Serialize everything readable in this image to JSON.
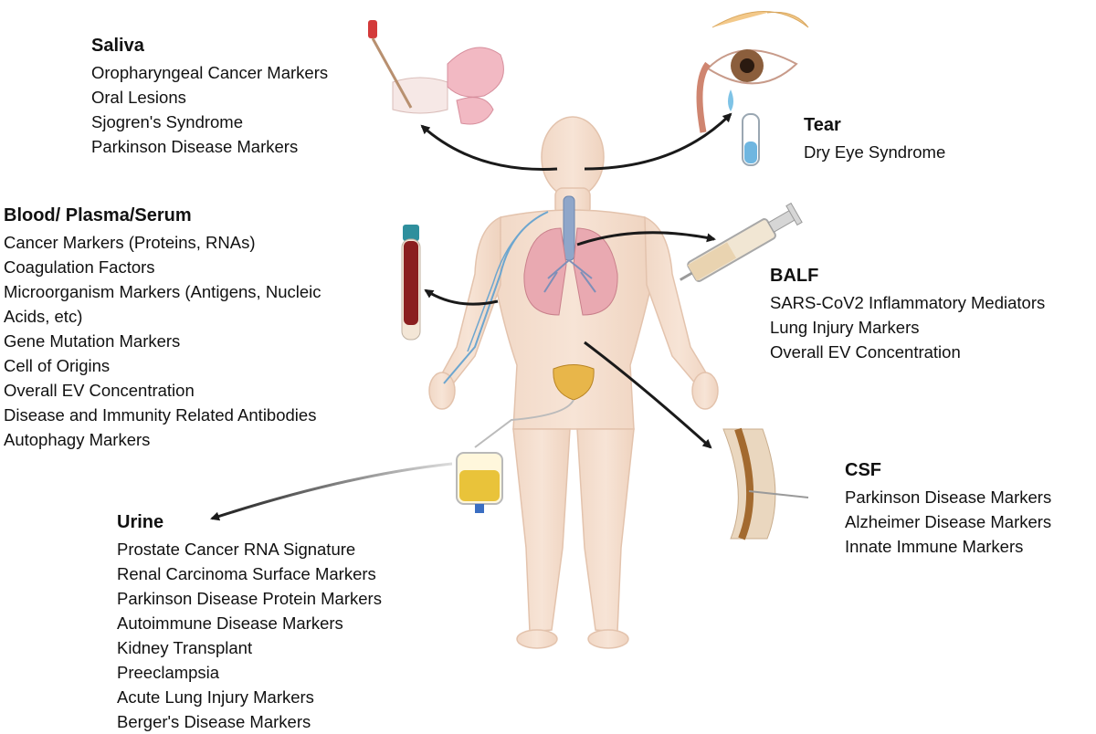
{
  "saliva": {
    "title": "Saliva",
    "items": [
      "Oropharyngeal Cancer Markers",
      "Oral Lesions",
      "Sjogren's Syndrome",
      "Parkinson Disease Markers"
    ]
  },
  "tear": {
    "title": "Tear",
    "items": [
      "Dry Eye Syndrome"
    ]
  },
  "blood": {
    "title": "Blood/ Plasma/Serum",
    "items": [
      "Cancer Markers (Proteins, RNAs)",
      "Coagulation Factors",
      "Microorganism Markers (Antigens, Nucleic",
      "Acids, etc)",
      "Gene Mutation Markers",
      "Cell of Origins",
      "Overall EV Concentration",
      "Disease and Immunity Related Antibodies",
      "Autophagy Markers"
    ]
  },
  "balf": {
    "title": "BALF",
    "items": [
      " SARS-CoV2 Inflammatory Mediators",
      "Lung Injury Markers",
      "Overall EV Concentration"
    ]
  },
  "csf": {
    "title": "CSF",
    "items": [
      "Parkinson Disease Markers",
      "Alzheimer Disease Markers",
      "Innate Immune Markers"
    ]
  },
  "urine": {
    "title": "Urine",
    "items": [
      "Prostate Cancer RNA Signature",
      "Renal Carcinoma Surface Markers",
      "Parkinson Disease Protein Markers",
      "Autoimmune Disease Markers",
      "Kidney Transplant",
      "Preeclampsia",
      "Acute Lung Injury Markers",
      "Berger's Disease Markers"
    ]
  }
}
